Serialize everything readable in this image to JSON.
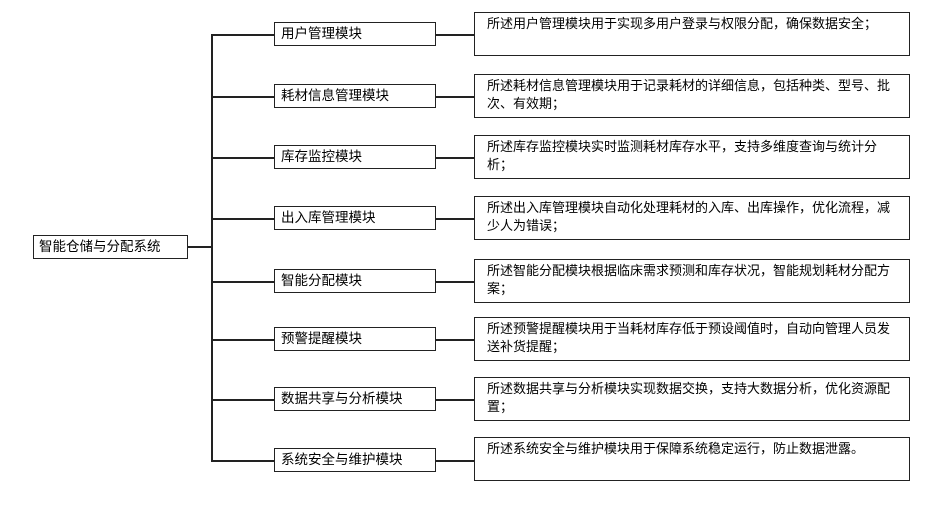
{
  "root": {
    "label": "智能仓储与分配系统"
  },
  "modules": [
    {
      "label": "用户管理模块",
      "description": "所述用户管理模块用于实现多用户登录与权限分配，确保数据安全；"
    },
    {
      "label": "耗材信息管理模块",
      "description": "所述耗材信息管理模块用于记录耗材的详细信息，包括种类、型号、批次、有效期；"
    },
    {
      "label": "库存监控模块",
      "description": "所述库存监控模块实时监测耗材库存水平，支持多维度查询与统计分析；"
    },
    {
      "label": "出入库管理模块",
      "description": "所述出入库管理模块自动化处理耗材的入库、出库操作，优化流程，减少人为错误；"
    },
    {
      "label": "智能分配模块",
      "description": "所述智能分配模块根据临床需求预测和库存状况，智能规划耗材分配方案；"
    },
    {
      "label": "预警提醒模块",
      "description": "所述预警提醒模块用于当耗材库存低于预设阈值时，自动向管理人员发送补货提醒；"
    },
    {
      "label": "数据共享与分析模块",
      "description": "所述数据共享与分析模块实现数据交换，支持大数据分析，优化资源配置；"
    },
    {
      "label": "系统安全与维护模块",
      "description": "所述系统安全与维护模块用于保障系统稳定运行，防止数据泄露。"
    }
  ]
}
